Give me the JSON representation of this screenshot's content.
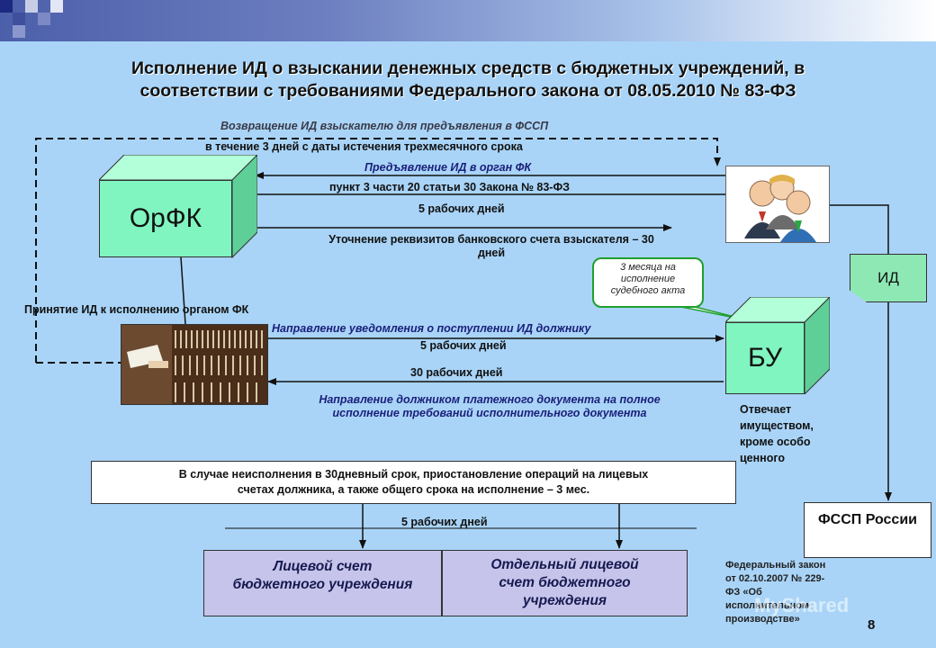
{
  "title": {
    "line1": "Исполнение ИД о взыскании денежных средств с бюджетных учреждений, в",
    "line2": "соответствии с требованиями Федерального закона от 08.05.2010 № 83-ФЗ"
  },
  "nodes": {
    "orfk": "ОрФК",
    "bu": "БУ",
    "id_doc": "ИД",
    "fssp": "ФССП России"
  },
  "labels": {
    "return_id": "Возвращение ИД взыскателю для предъявления в ФССП",
    "within_3_days": "в течение 3 дней с даты истечения трехмесячного срока",
    "present_id": "Предъявление ИД в орган ФК",
    "clause": "пункт 3 части 20 статьи 30 Закона № 83-ФЗ",
    "five_days_1": "5 рабочих дней",
    "clarify_1": "Уточнение реквизитов банковского счета взыскателя – 30",
    "clarify_2": "дней",
    "accept": "Принятие ИД к исполнению органом ФК",
    "notify": "Направление уведомления о поступлении ИД должнику",
    "five_days_2": "5 рабочих дней",
    "thirty_days": "30 рабочих дней",
    "payment_1": "Направление должником платежного документа на полное",
    "payment_2": "исполнение требований исполнительного документа",
    "liable_1": "Отвечает",
    "liable_2": "имуществом,",
    "liable_3": "кроме особо",
    "liable_4": "ценного",
    "five_days_3": "5 рабочих дней"
  },
  "callout": {
    "line1": "3 месяца на",
    "line2": "исполнение",
    "line3": "судебного акта"
  },
  "condition": {
    "line1": "В случае неисполнения в 30дневный срок, приостановление операций на лицевых",
    "line2": "счетах должника, а также общего срока на исполнение – 3 мес."
  },
  "accounts": {
    "left_1": "Лицевой счет",
    "left_2": "бюджетного учреждения",
    "right_1": "Отдельный лицевой",
    "right_2": "счет бюджетного",
    "right_3": "учреждения"
  },
  "law": {
    "line1": "Федеральный закон",
    "line2": "от 02.10.2007 № 229-",
    "line3": "ФЗ «Об",
    "line4": "исполнительном",
    "line5": "производстве»"
  },
  "page_number": "8",
  "watermark": "MyShared",
  "colors": {
    "background": "#a9d4f7",
    "box_green": "#80f5c0",
    "account_fill": "#c7c4ec",
    "callout_border": "#1f9f2f",
    "navy_text": "#1a1f7a"
  }
}
